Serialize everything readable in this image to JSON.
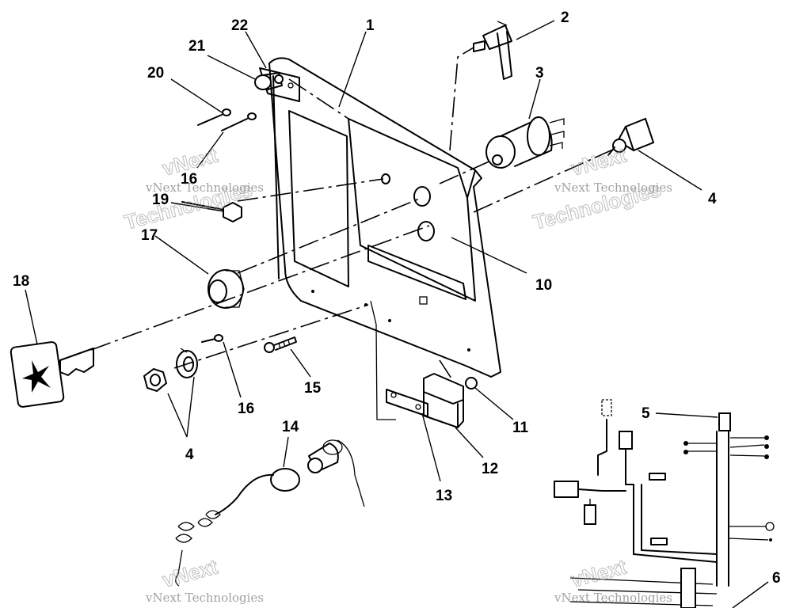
{
  "diagram": {
    "callouts": [
      "1",
      "2",
      "3",
      "4",
      "4",
      "5",
      "6",
      "10",
      "11",
      "12",
      "13",
      "14",
      "15",
      "16",
      "16",
      "17",
      "18",
      "19",
      "20",
      "21",
      "22"
    ]
  },
  "watermark": {
    "line1": "vNext Technologies",
    "line2": "vNext",
    "line3": "Technologies"
  }
}
